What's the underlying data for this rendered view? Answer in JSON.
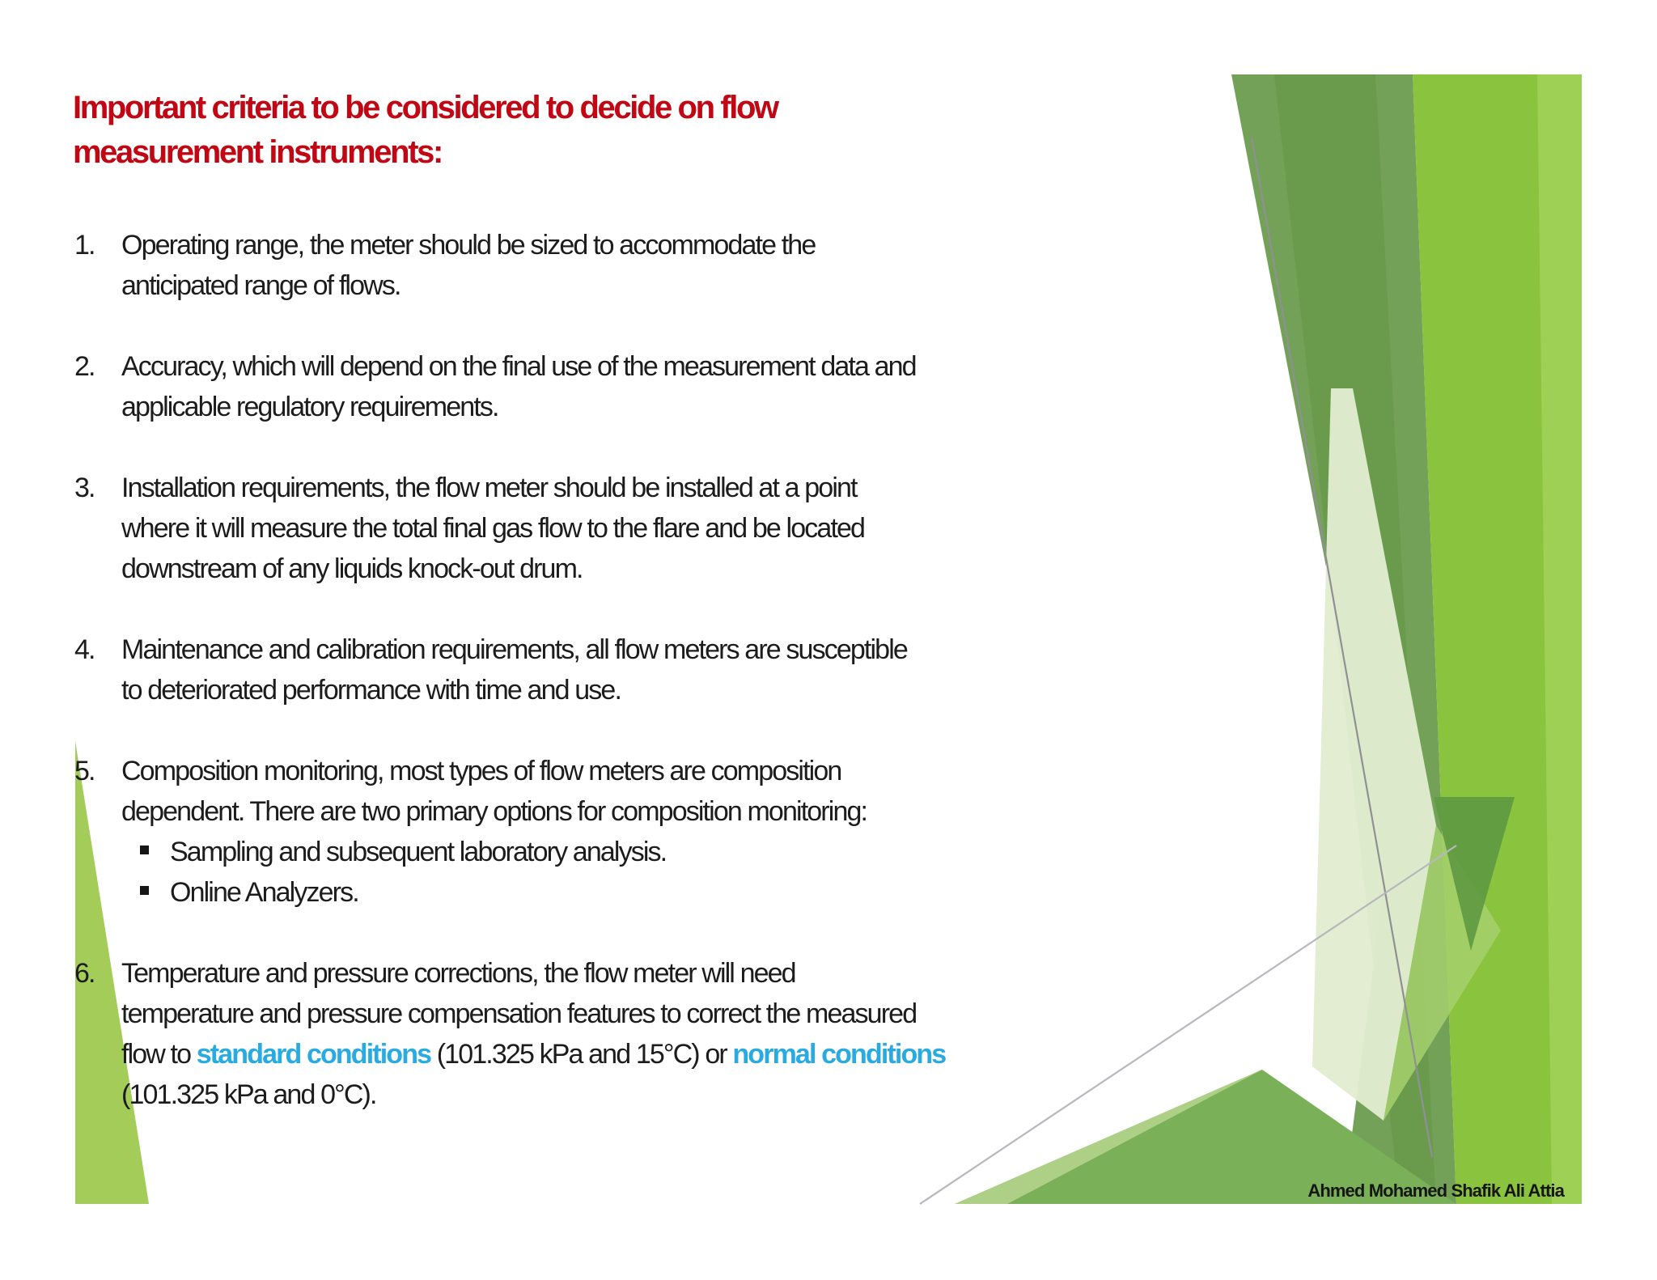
{
  "slide": {
    "title_lines": [
      "Important criteria to be considered to decide on flow",
      "measurement instruments:"
    ],
    "title_color": "#c00713",
    "accent_color": "#29abe2",
    "body_color": "#1c1c1c",
    "sub_bullet_icon": "square-filled",
    "items": [
      {
        "number": "1.",
        "lines": [
          [
            {
              "t": "Operating range, the meter should be sized to accommodate the"
            }
          ],
          [
            {
              "t": "anticipated range of flows."
            }
          ]
        ]
      },
      {
        "number": "2.",
        "lines": [
          [
            {
              "t": "Accuracy, which will depend on the final use of the measurement data and"
            }
          ],
          [
            {
              "t": "applicable regulatory requirements."
            }
          ]
        ]
      },
      {
        "number": "3.",
        "lines": [
          [
            {
              "t": "Installation requirements, the flow meter should be installed at a point"
            }
          ],
          [
            {
              "t": "where it will measure the total final gas flow to the flare and be located"
            }
          ],
          [
            {
              "t": "downstream of any liquids knock-out drum."
            }
          ]
        ]
      },
      {
        "number": "4.",
        "lines": [
          [
            {
              "t": "Maintenance and calibration requirements, all flow meters are susceptible"
            }
          ],
          [
            {
              "t": "to deteriorated performance with time and use."
            }
          ]
        ]
      },
      {
        "number": "5.",
        "lines": [
          [
            {
              "t": "Composition monitoring, most types of flow meters are composition"
            }
          ],
          [
            {
              "t": "dependent. There are two primary options for composition monitoring:"
            }
          ]
        ],
        "sub_items": [
          "Sampling and subsequent laboratory analysis.",
          "Online Analyzers."
        ]
      },
      {
        "number": "6.",
        "lines": [
          [
            {
              "t": "Temperature and pressure corrections, the flow meter will need"
            }
          ],
          [
            {
              "t": "temperature and pressure compensation features to correct the measured"
            }
          ],
          [
            {
              "t": "flow to "
            },
            {
              "t": "standard conditions",
              "accent": true
            },
            {
              "t": " (101.325 kPa and 15°C) or "
            },
            {
              "t": "normal conditions",
              "accent": true
            }
          ],
          [
            {
              "t": "(101.325 kPa and 0°C)."
            }
          ]
        ]
      }
    ],
    "footer": {
      "author": "Ahmed Mohamed Shafik Ali Attia"
    },
    "decoration": {
      "green_sage": "#73a157",
      "green_sage_dark": "#689a4b",
      "green_bright": "#8ac33e",
      "green_bright_light": "#9ed157",
      "green_pale": "#e1eccf",
      "green_light_facet": "#a6d06d",
      "green_dark_facet": "#5f9a41",
      "green_bottom": "#7ab057",
      "green_bottom_light": "#aed086",
      "green_left_triangle": "#a3cc58",
      "line_gray": "#8f9094",
      "line_gray_light": "#b7b7bd"
    }
  }
}
